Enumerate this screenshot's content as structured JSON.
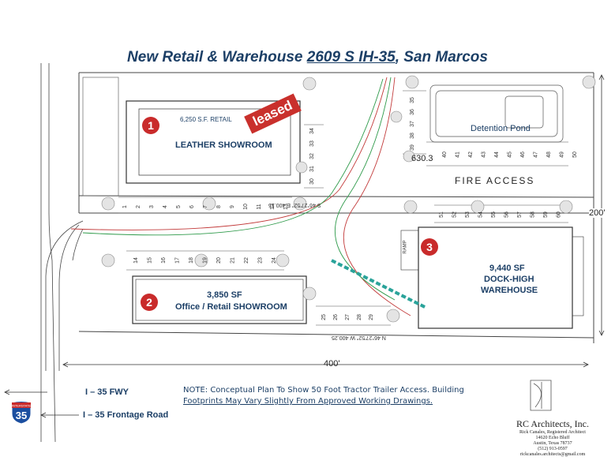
{
  "title": {
    "prefix": "New Retail & Warehouse ",
    "address": "2609 S IH-35",
    "suffix": ", San Marcos"
  },
  "buildings": [
    {
      "badge": "1",
      "area_label": "6,250 S.F. RETAIL",
      "name": "LEATHER SHOWROOM",
      "status": "leased"
    },
    {
      "badge": "2",
      "area_label": "3,850 SF",
      "name": "Office / Retail SHOWROOM"
    },
    {
      "badge": "3",
      "area_label": "9,440 SF",
      "name_line1": "DOCK-HIGH",
      "name_line2": "WAREHOUSE",
      "ramp": "RAMP"
    }
  ],
  "detention_pond": "Detention Pond",
  "elevation": "630.3",
  "fire_access": "FIRE ACCESS",
  "parking": {
    "row_a": [
      "1",
      "2",
      "3",
      "4",
      "5",
      "6",
      "7",
      "8",
      "9",
      "10",
      "11",
      "12",
      "13"
    ],
    "row_b": [
      "14",
      "15",
      "16",
      "17",
      "18",
      "19",
      "20",
      "21",
      "22",
      "23",
      "24"
    ],
    "row_c": [
      "25",
      "26",
      "27",
      "28",
      "29"
    ],
    "row_d": [
      "30",
      "31",
      "32",
      "33",
      "34"
    ],
    "row_e": [
      "35",
      "36",
      "37",
      "38",
      "39"
    ],
    "row_f": [
      "40",
      "41",
      "42",
      "43",
      "44",
      "45",
      "46",
      "47",
      "48",
      "49",
      "50"
    ],
    "row_g": [
      "51",
      "52",
      "53",
      "54",
      "55",
      "56",
      "57",
      "58",
      "59",
      "60"
    ]
  },
  "bearing_top": "S 46°27'52\" E 400.15",
  "bearing_bottom": "N 46°27'52\" W 400.25",
  "dimension_width": "400'",
  "dimension_depth": "200'",
  "roads": {
    "freeway": "I – 35 FWY",
    "frontage": "I – 35 Frontage Road",
    "shield_top": "INTERSTATE",
    "shield_number": "35"
  },
  "note_line1": "NOTE: Conceptual Plan To Show 50 Foot Tractor Trailer Access. Building",
  "note_line2": "Footprints May Vary Slightly From Approved Working Drawings.",
  "architect": {
    "name": "RC Architects, Inc.",
    "line1": "Rick Canales, Registered Architect",
    "line2": "14620 Echo Bluff",
    "line3": "Austin, Texas 78737",
    "line4": "(512) 913-0597",
    "line5": "rickcanales.architects@gmail.com"
  },
  "colors": {
    "title": "#1c3f66",
    "badge": "#c92b2b",
    "truck_path": "#2aa39a"
  }
}
